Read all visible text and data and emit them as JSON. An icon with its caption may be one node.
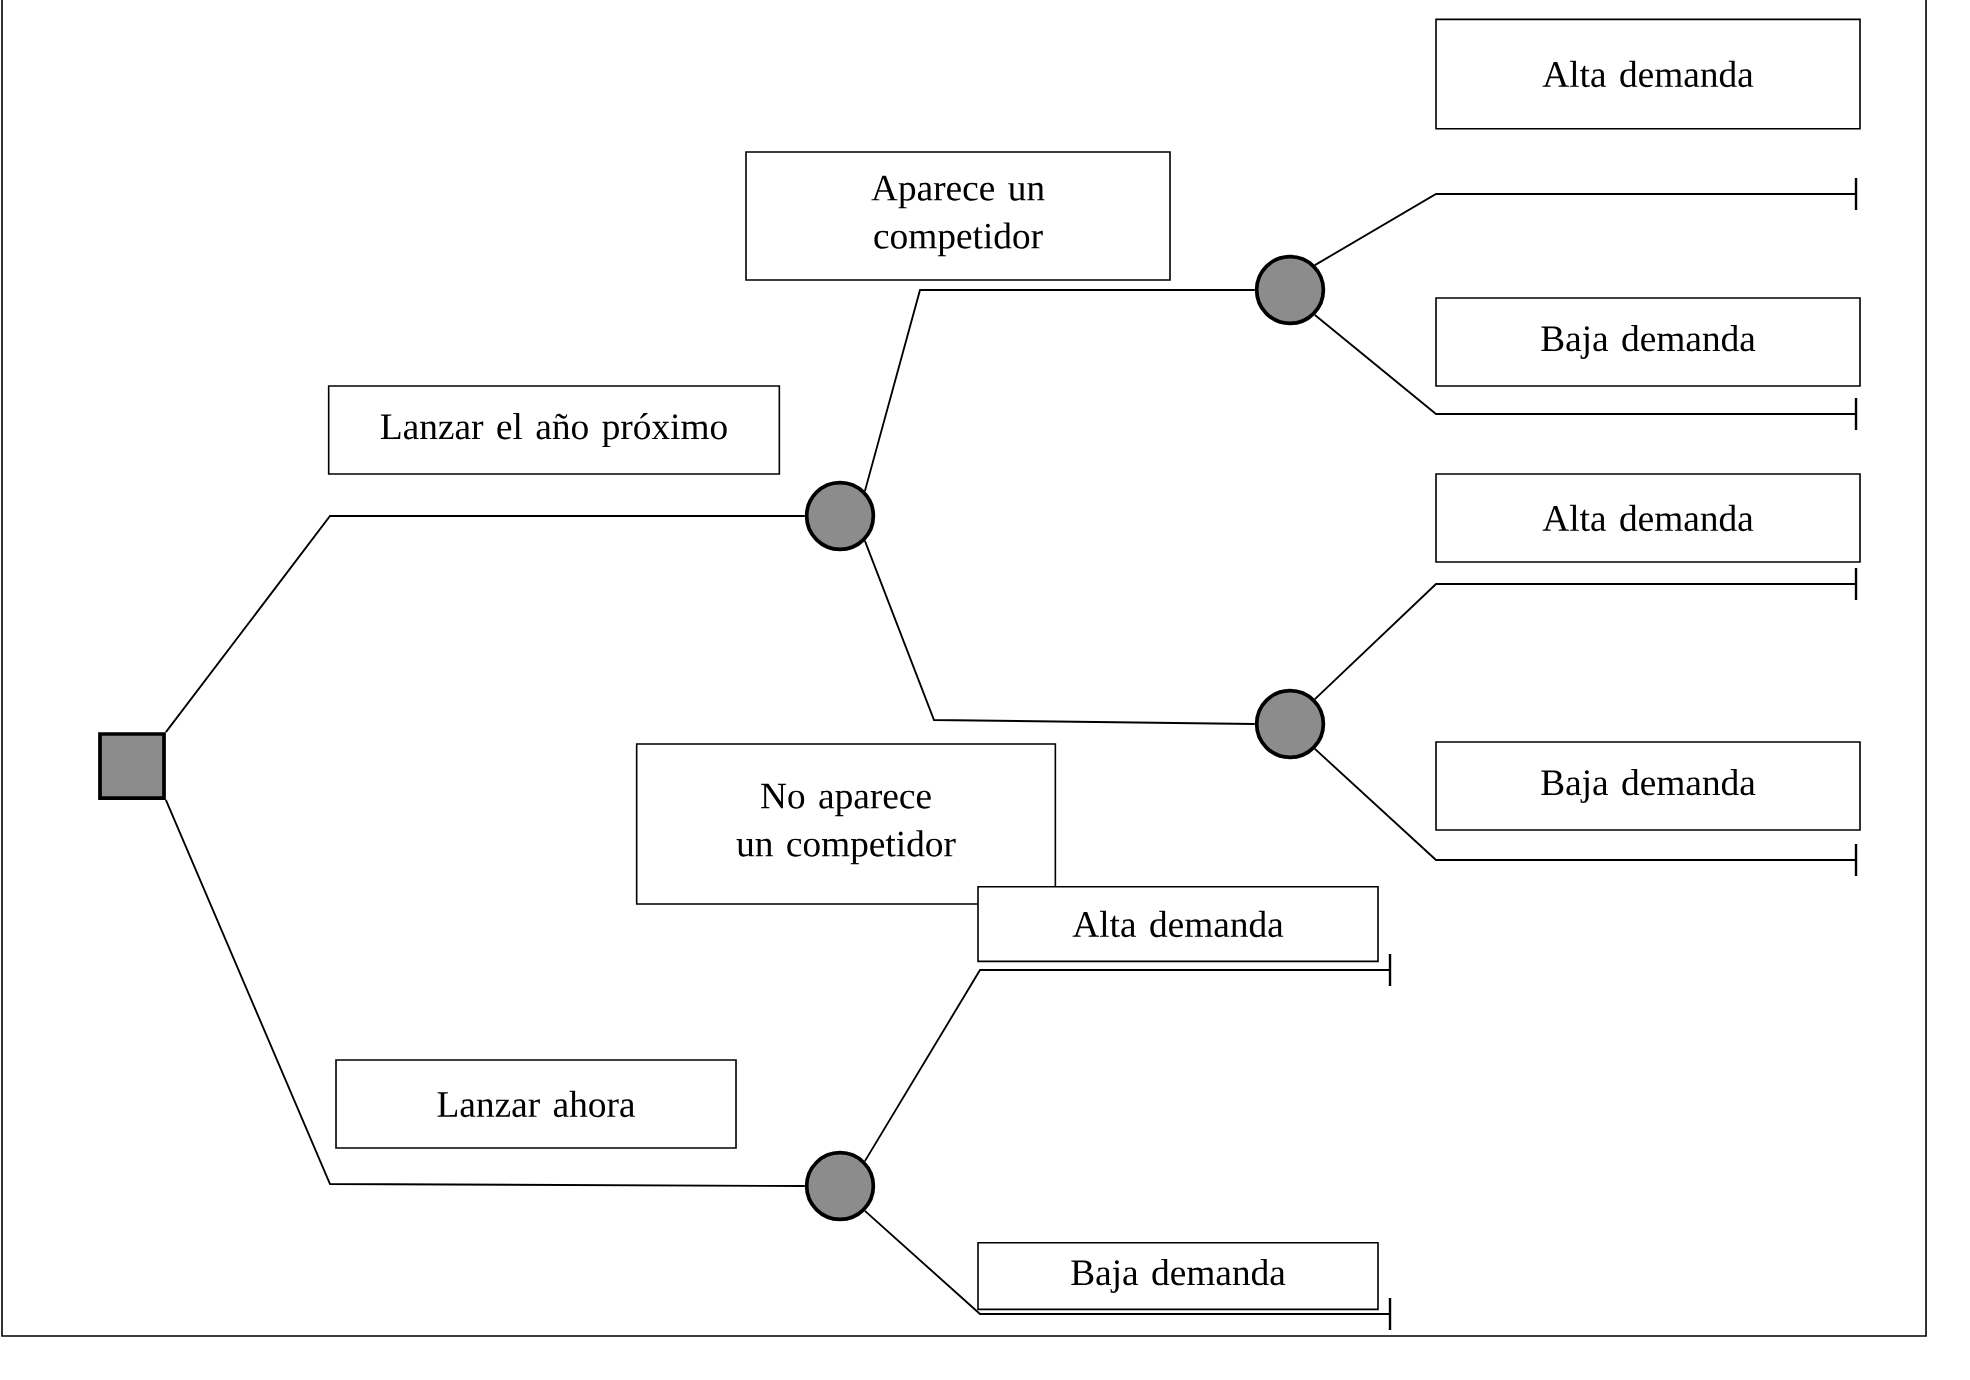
{
  "diagram": {
    "nodes": [
      {
        "text": [],
        "shape": "box"
      },
      {
        "text": [],
        "shape": "circle"
      },
      {
        "text": [],
        "shape": "circle"
      },
      {
        "text": [],
        "shape": "circle"
      },
      {
        "text": [],
        "shape": "circle"
      },
      {
        "text": [],
        "shape": "bar"
      },
      {
        "text": [],
        "shape": "bar"
      },
      {
        "text": [],
        "shape": "bar"
      },
      {
        "text": [],
        "shape": "bar"
      },
      {
        "text": [],
        "shape": "bar"
      },
      {
        "text": [],
        "shape": "bar"
      }
    ],
    "edges": [
      {
        "from": 0,
        "to": 1,
        "arrow": "none",
        "label": "Lanzar el año próximo"
      },
      {
        "from": 0,
        "to": 4,
        "arrow": "none",
        "label": "Lanzar ahora"
      },
      {
        "from": 1,
        "to": 2,
        "arrow": "none",
        "label": "Aparece un competidor"
      },
      {
        "from": 1,
        "to": 3,
        "arrow": "none",
        "label": "No aparece un competidor"
      },
      {
        "from": 2,
        "to": 5,
        "arrow": "none",
        "label": "Alta demanda"
      },
      {
        "from": 2,
        "to": 6,
        "arrow": "none",
        "label": "Baja demanda"
      },
      {
        "from": 3,
        "to": 7,
        "arrow": "none",
        "label": "Alta demanda"
      },
      {
        "from": 3,
        "to": 8,
        "arrow": "none",
        "label": "Baja demanda"
      },
      {
        "from": 4,
        "to": 9,
        "arrow": "none",
        "label": "Alta demanda"
      },
      {
        "from": 4,
        "to": 10,
        "arrow": "none",
        "label": "Baja demanda"
      }
    ]
  }
}
